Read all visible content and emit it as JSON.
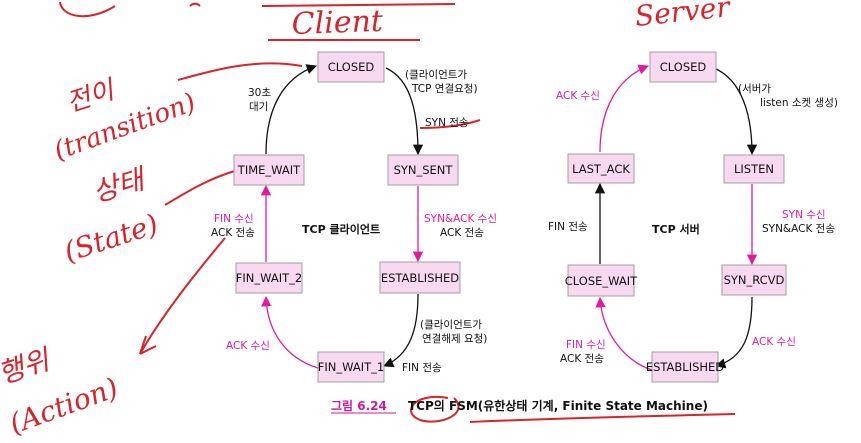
{
  "client": {
    "title": "TCP 클라이언트",
    "states": {
      "closed": "CLOSED",
      "syn_sent": "SYN_SENT",
      "established": "ESTABLISHED",
      "fin_wait_1": "FIN_WAIT_1",
      "fin_wait_2": "FIN_WAIT_2",
      "time_wait": "TIME_WAIT"
    },
    "labels": {
      "closed_note_1": "(클라이언트가",
      "closed_note_2": "TCP 연결요청)",
      "syn_send": "SYN 전송",
      "synack_recv": "SYN&ACK 수신",
      "ack_send_1": "ACK 전송",
      "close_note_1": "(클라이언트가",
      "close_note_2": "연결해제 요청)",
      "fin_send": "FIN 전송",
      "ack_recv": "ACK 수신",
      "fin_recv": "FIN 수신",
      "ack_send_2": "ACK 전송",
      "wait_1": "30초",
      "wait_2": "대기"
    }
  },
  "server": {
    "title": "TCP 서버",
    "states": {
      "closed": "CLOSED",
      "listen": "LISTEN",
      "syn_rcvd": "SYN_RCVD",
      "established": "ESTABLISHED",
      "close_wait": "CLOSE_WAIT",
      "last_ack": "LAST_ACK"
    },
    "labels": {
      "closed_note_1": "(서버가",
      "closed_note_2": "listen 소켓 생성)",
      "syn_recv": "SYN 수신",
      "synack_send": "SYN&ACK 전송",
      "ack_recv_1": "ACK 수신",
      "fin_recv": "FIN 수신",
      "ack_send": "ACK 전송",
      "fin_send": "FIN 전송",
      "ack_recv_2": "ACK 수신"
    }
  },
  "caption": {
    "number": "그림 6.24",
    "text": "TCP의 FSM(유한상태 기계, Finite State Machine)"
  },
  "handwriting": {
    "client": "Client",
    "server": "Server",
    "transition_ko": "전이",
    "transition_en": "(transition)",
    "state_ko": "상태",
    "state_en": "(State)",
    "action_ko": "행위",
    "action_en": "(Action)"
  },
  "colors": {
    "magenta": "#e6199b",
    "box_fill": "#f8d9f0",
    "box_stroke": "#a0a0a0",
    "ink": "#d8232a"
  }
}
